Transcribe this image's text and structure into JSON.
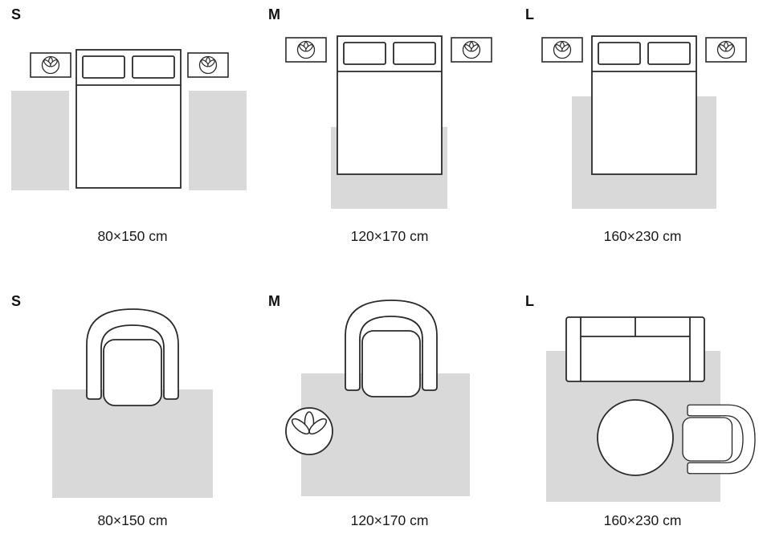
{
  "colors": {
    "rug": "#d9d9d9",
    "furniture_outline": "#2a2a2a",
    "label_text": "#111111"
  },
  "icons": {
    "nightstand_decor": "plant-top-view-icon",
    "rug_side_decor": "plant-in-circle-icon"
  },
  "rows": [
    {
      "id": "bedroom",
      "panels": [
        {
          "label": "S",
          "size": "80×150 cm"
        },
        {
          "label": "M",
          "size": "120×170 cm"
        },
        {
          "label": "L",
          "size": "160×230 cm"
        }
      ]
    },
    {
      "id": "living-room",
      "panels": [
        {
          "label": "S",
          "size": "80×150 cm"
        },
        {
          "label": "M",
          "size": "120×170 cm"
        },
        {
          "label": "L",
          "size": "160×230 cm"
        }
      ]
    }
  ]
}
